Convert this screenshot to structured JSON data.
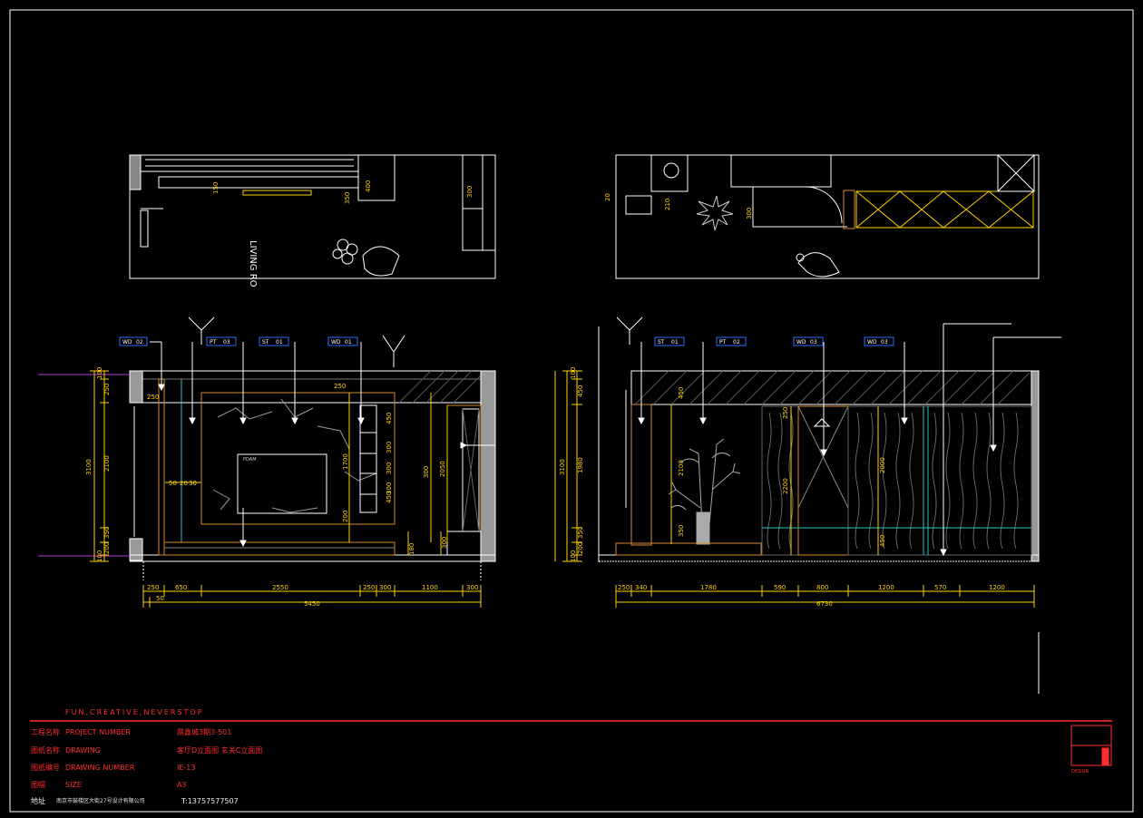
{
  "colors": {
    "line": "#ffffff",
    "dim": "#ffd400",
    "accent": "#ff2d2d",
    "cyan": "#27c3c3",
    "wood": "#d9872e",
    "leader": "#b43cd2",
    "tag": "#2c6bff"
  },
  "plan_labels": {
    "living_room": "LIVING RO",
    "dims_left": [
      "150",
      "350",
      "400",
      "300"
    ],
    "dims_right": [
      "20",
      "210",
      "300"
    ]
  },
  "elevation_left": {
    "tags": [
      {
        "code": "WD",
        "num": "02"
      },
      {
        "code": "PT",
        "num": "03"
      },
      {
        "code": "ST",
        "num": "01"
      },
      {
        "code": "WD",
        "num": "01"
      }
    ],
    "vert_dims_outer": [
      "100",
      "250",
      "2100",
      "350",
      "200",
      "100"
    ],
    "total_height": "3100",
    "inner_dims": [
      "250",
      "1700",
      "200",
      "250"
    ],
    "shelf_dims": [
      "450",
      "300",
      "300",
      "300",
      "450"
    ],
    "small_dims": [
      "50",
      "20",
      "30"
    ],
    "side_dims": [
      "2050",
      "180",
      "300"
    ],
    "right_dim": "300",
    "tv_label": "PDAM",
    "bottom_dims": [
      "250",
      "650",
      "2550",
      "250",
      "300",
      "1100",
      "300"
    ],
    "bottom_sub": "50",
    "total_width": "5450"
  },
  "elevation_right": {
    "tags": [
      {
        "code": "ST",
        "num": "01"
      },
      {
        "code": "PT",
        "num": "02"
      },
      {
        "code": "WD",
        "num": "03"
      },
      {
        "code": "WD",
        "num": "03"
      }
    ],
    "vert_dims_outer": [
      "100",
      "450",
      "1980",
      "350",
      "200",
      "100"
    ],
    "total_height": "3100",
    "inner_dims": [
      "450",
      "2100",
      "350",
      "250",
      "2200",
      "2000",
      "450"
    ],
    "bottom_dims": [
      "250",
      "340",
      "1780",
      "590",
      "800",
      "1200",
      "570",
      "1200"
    ],
    "total_width": "6730"
  },
  "title_block": {
    "slogan": "FUN,CREATIVE,NEVERSTOP",
    "rows": [
      {
        "cn": "工程名称",
        "en": "PROJECT NUMBER",
        "value": "鼎鑫城3期3-501"
      },
      {
        "cn": "图纸名称",
        "en": "DRAWING",
        "value": "客厅D立面图 玄关C立面图"
      },
      {
        "cn": "图纸编号",
        "en": "DRAWING NUMBER",
        "value": "IE-13"
      },
      {
        "cn": "图幅",
        "en": "SIZE",
        "value": "A3"
      }
    ],
    "address_label": "地址",
    "address": "南京市鼓楼区大街27号设计有限公司",
    "phone": "T:13757577507",
    "logo_caption": "DESIGN"
  }
}
